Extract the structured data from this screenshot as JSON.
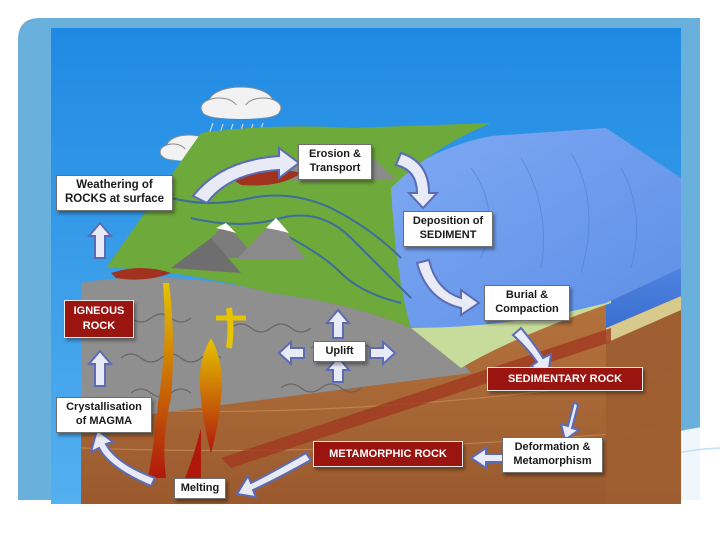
{
  "diagram": {
    "labels": {
      "weathering": "Weathering of\nROCKS at surface",
      "erosion": "Erosion &\nTransport",
      "deposition": "Deposition of\nSEDIMENT",
      "burial": "Burial &\nCompaction",
      "sedimentary_rock": "SEDIMENTARY ROCK",
      "deformation": "Deformation &\nMetamorphism",
      "metamorphic_rock": "METAMORPHIC ROCK",
      "melting": "Melting",
      "crystallisation": "Crystallisation\nof MAGMA",
      "igneous_rock": "IGNEOUS\nROCK",
      "uplift": "Uplift"
    }
  },
  "colors": {
    "sky": "#2f96e6",
    "land": "#6fae3e",
    "ocean": "#6f9ef0",
    "sediment_layer": "#b7d38e",
    "mantle": "#a86a3c",
    "magma": "#c0181a",
    "rock_label": "#9a1410"
  }
}
